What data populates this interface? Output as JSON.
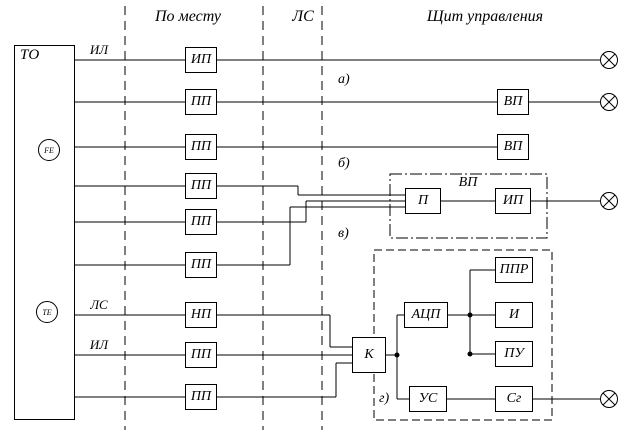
{
  "diagram": {
    "headers": {
      "local": "По месту",
      "line": "ЛС",
      "panel": "Щит управления"
    },
    "object": {
      "label": "ТО"
    },
    "sensors": [
      {
        "label": "FE"
      },
      {
        "label": "ТЕ"
      }
    ],
    "wire_labels": [
      {
        "text": "ИЛ"
      },
      {
        "text": "ЛС"
      },
      {
        "text": "ИЛ"
      }
    ],
    "group_labels": [
      {
        "text": "а)"
      },
      {
        "text": "б)"
      },
      {
        "text": "в)"
      },
      {
        "text": "г)"
      }
    ],
    "local_boxes": [
      "ИП",
      "ПП",
      "ПП",
      "ПП",
      "ПП",
      "ПП",
      "НП",
      "ПП",
      "ПП"
    ],
    "boxes": {
      "vp_a": "ВП",
      "vp_b": "ВП",
      "vp_group": "ВП",
      "p": "П",
      "ip": "ИП",
      "ppr": "ППР",
      "adc": "АЦП",
      "ind": "И",
      "pu": "ПУ",
      "k": "К",
      "us": "УС",
      "sg": "Сг"
    },
    "line_color": "#000000"
  }
}
